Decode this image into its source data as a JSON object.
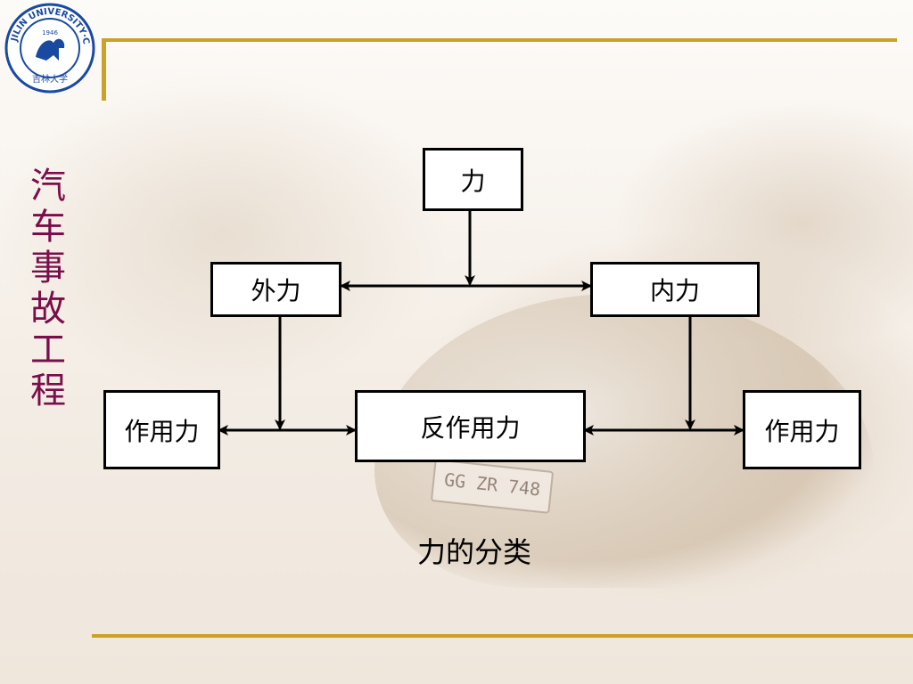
{
  "logo": {
    "ring_text": "JILIN UNIVERSITY·CHINA",
    "year": "1946",
    "seal_text": "吉林大学",
    "color": "#1a4aa0"
  },
  "side_title": [
    "汽",
    "车",
    "事",
    "故",
    "工",
    "程"
  ],
  "background": {
    "plate_text": "GG ZR 748"
  },
  "diagram": {
    "root": "力",
    "external": "外力",
    "internal": "内力",
    "action_left": "作用力",
    "reaction": "反作用力",
    "action_right": "作用力"
  },
  "caption": "力的分类",
  "colors": {
    "accent_rule": "#c9a227",
    "title": "#7a0d4a",
    "box_border": "#000000"
  }
}
